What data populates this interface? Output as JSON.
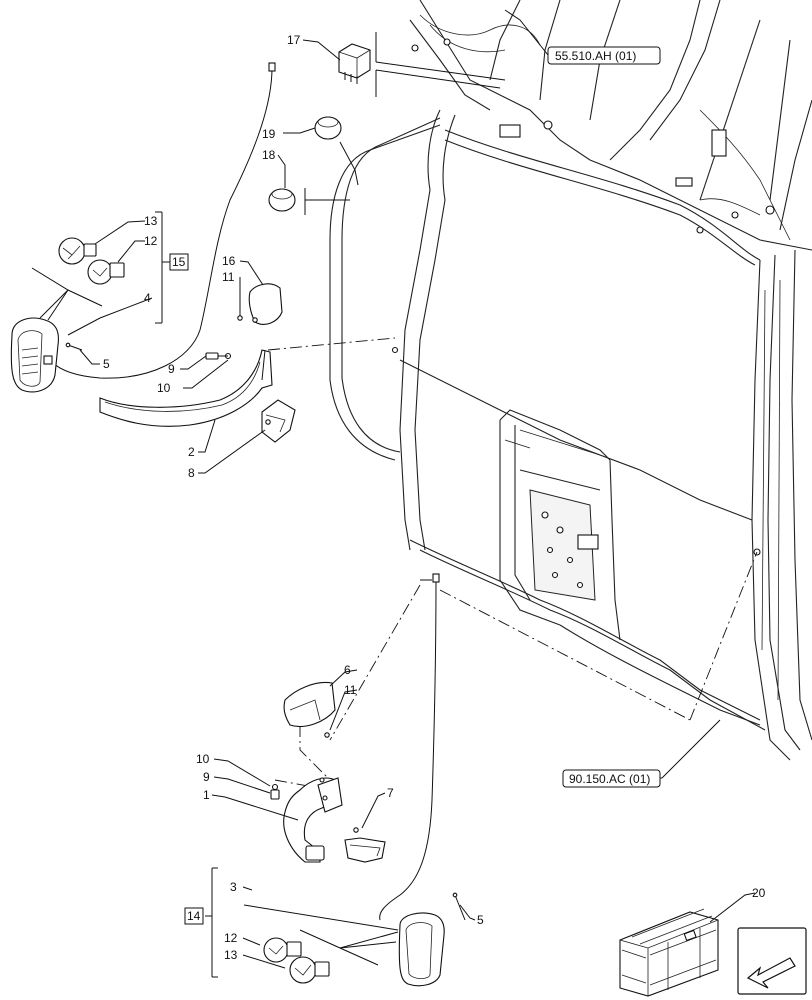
{
  "diagram": {
    "callouts": {
      "c17": "17",
      "c19": "19",
      "c18": "18",
      "c13a": "13",
      "c12a": "12",
      "c4": "4",
      "c5a": "5",
      "c16": "16",
      "c11a": "11",
      "c9a": "9",
      "c10a": "10",
      "c2": "2",
      "c8": "8",
      "c6": "6",
      "c11b": "11",
      "c10b": "10",
      "c9b": "9",
      "c1": "1",
      "c7": "7",
      "c3": "3",
      "c12b": "12",
      "c13b": "13",
      "c5b": "5",
      "c20": "20"
    },
    "group_boxes": {
      "g15": "15",
      "g14": "14"
    },
    "references": {
      "ref_top": "55.510.AH (01)",
      "ref_bottom": "90.150.AC (01)"
    },
    "nav_icon": "arrow-icon"
  }
}
